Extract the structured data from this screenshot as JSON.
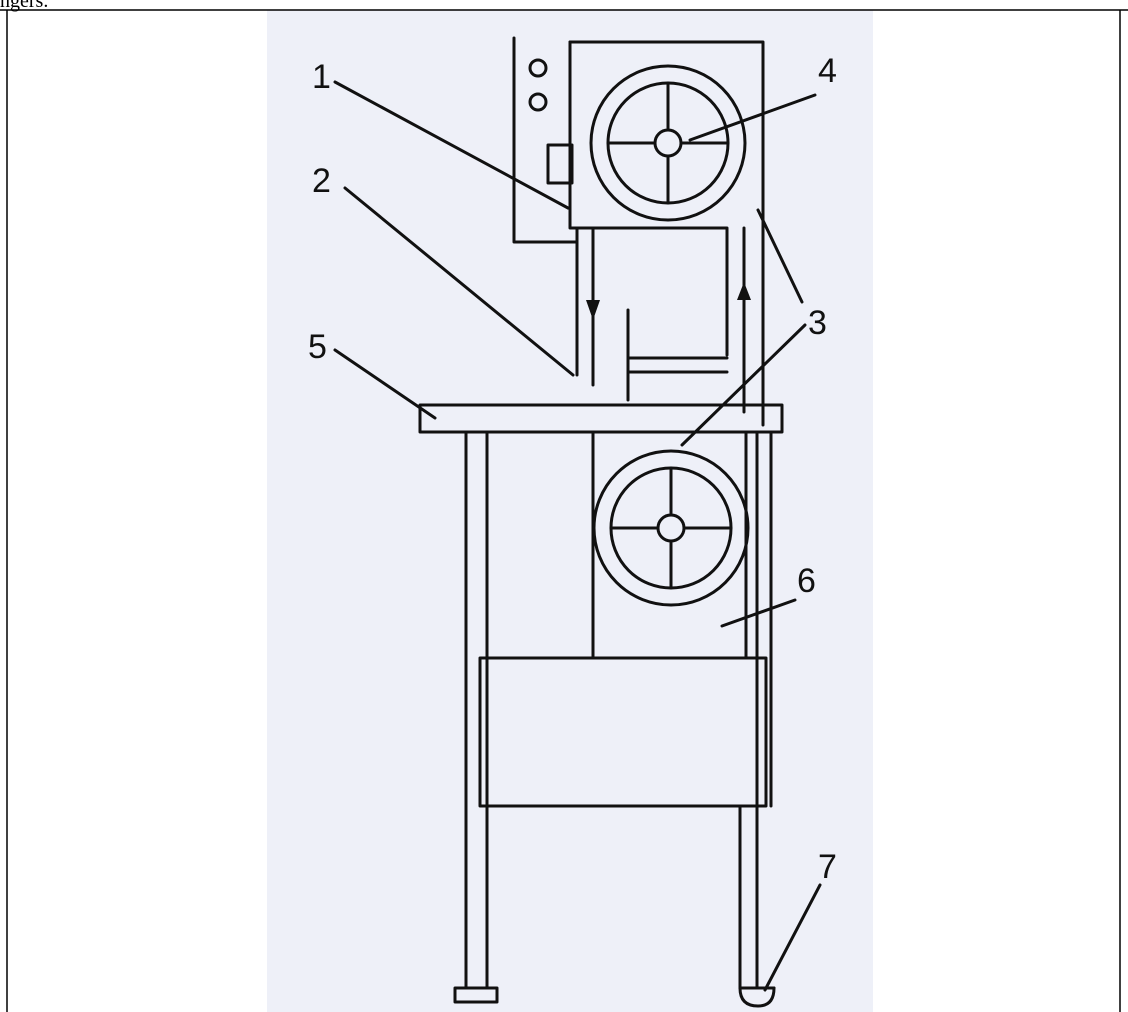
{
  "header_fragment": "ngers.",
  "callouts": [
    {
      "id": "1",
      "label": "1"
    },
    {
      "id": "2",
      "label": "2"
    },
    {
      "id": "3",
      "label": "3"
    },
    {
      "id": "4",
      "label": "4"
    },
    {
      "id": "5",
      "label": "5"
    },
    {
      "id": "6",
      "label": "6"
    },
    {
      "id": "7",
      "label": "7"
    }
  ],
  "colors": {
    "line": "#111111",
    "scan_bg": "#eef0f8",
    "bleed_text": "#c8ccd8",
    "bleed_text_dark": "#8a8e99"
  }
}
